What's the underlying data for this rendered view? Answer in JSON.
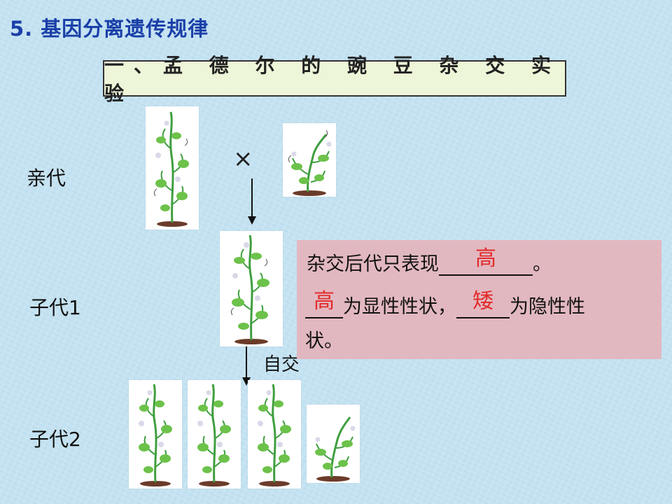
{
  "title": "5. 基因分离遗传规律",
  "heading": "一、孟 德 尔 的 豌 豆 杂 交 实 验",
  "generations": {
    "parent": "亲代",
    "f1": "子代1",
    "f2": "子代2"
  },
  "cross_symbol": "×",
  "selfing_label": "自交",
  "info": {
    "line1_prefix": "杂交后代只表现",
    "line1_answer": "高",
    "line1_suffix": "。",
    "line2_answer1": "高",
    "line2_mid": "为显性性状，",
    "line2_answer2": "矮",
    "line2_suffix": "为隐性性",
    "line3": "状。"
  },
  "colors": {
    "title": "#1a3fa8",
    "answer": "#e32a2a",
    "info_bg": "#e2b8c0",
    "heading_bg": "#eef6d9"
  }
}
